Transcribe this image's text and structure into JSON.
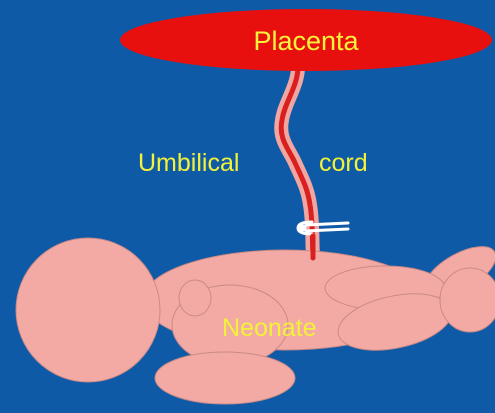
{
  "diagram": {
    "labels": {
      "placenta": "Placenta",
      "umbilical": "Umbilical",
      "cord": "cord",
      "neonate": "Neonate"
    },
    "colors": {
      "background": "#0f5aa6",
      "placenta": "#e8100f",
      "cord_outer": "#f2a6a1",
      "cord_inner": "#d92020",
      "body": "#f4aaa4",
      "body_stroke": "#c98a86",
      "label_yellow": "#f2f23a",
      "placenta_label": "#f6f43a",
      "clamp": "#ffffff"
    },
    "icons": [
      "cord-clamp-icon"
    ]
  }
}
